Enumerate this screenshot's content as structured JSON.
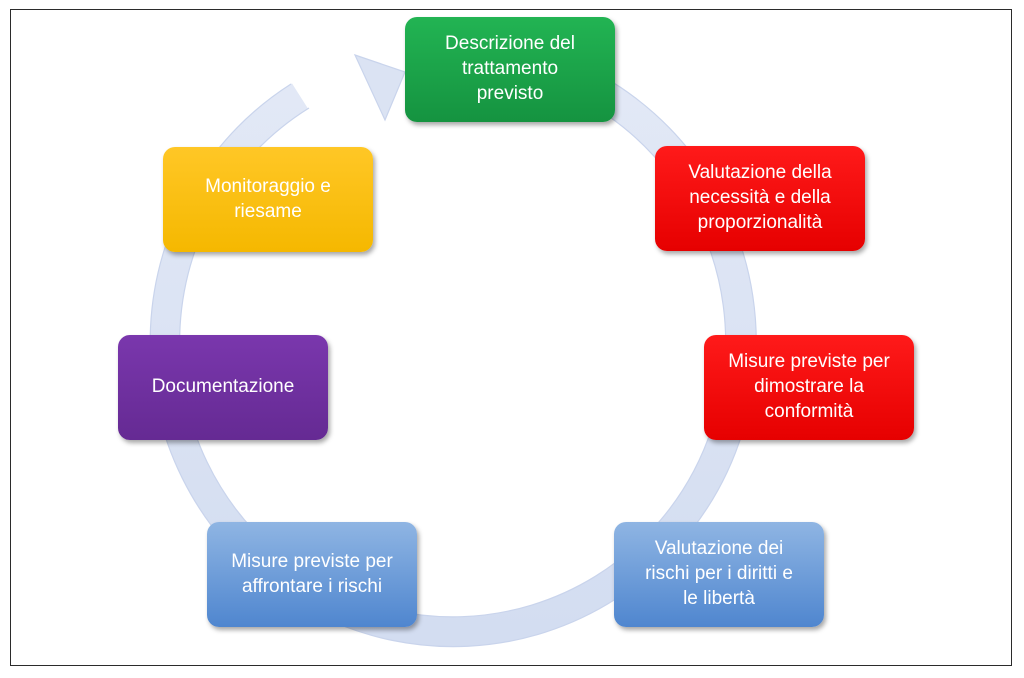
{
  "diagram": {
    "type": "cycle",
    "colors": {
      "ring": "#dbe3f3",
      "ring_edge": "#c9d4ec",
      "green": "#1aa64a",
      "red": "#ff0000",
      "blue_top": "#8fb5e3",
      "blue_bottom": "#4f86cf",
      "purple": "#7030a0",
      "orange": "#ffc000"
    },
    "steps": [
      {
        "id": "s1",
        "label": "Descrizione del\ntrattamento\nprevisto",
        "color": "green"
      },
      {
        "id": "s2",
        "label": "Valutazione della\nnecessità e della\nproporzionalità",
        "color": "red"
      },
      {
        "id": "s3",
        "label": "Misure previste per\ndimostrare la\nconformità",
        "color": "red"
      },
      {
        "id": "s4",
        "label": "Valutazione dei\nrischi per i diritti e\nle libertà",
        "color": "blue"
      },
      {
        "id": "s5",
        "label": "Misure previste per\naffrontare i rischi",
        "color": "blue"
      },
      {
        "id": "s6",
        "label": "Documentazione",
        "color": "purple"
      },
      {
        "id": "s7",
        "label": "Monitoraggio e\nriesame",
        "color": "orange"
      }
    ]
  }
}
